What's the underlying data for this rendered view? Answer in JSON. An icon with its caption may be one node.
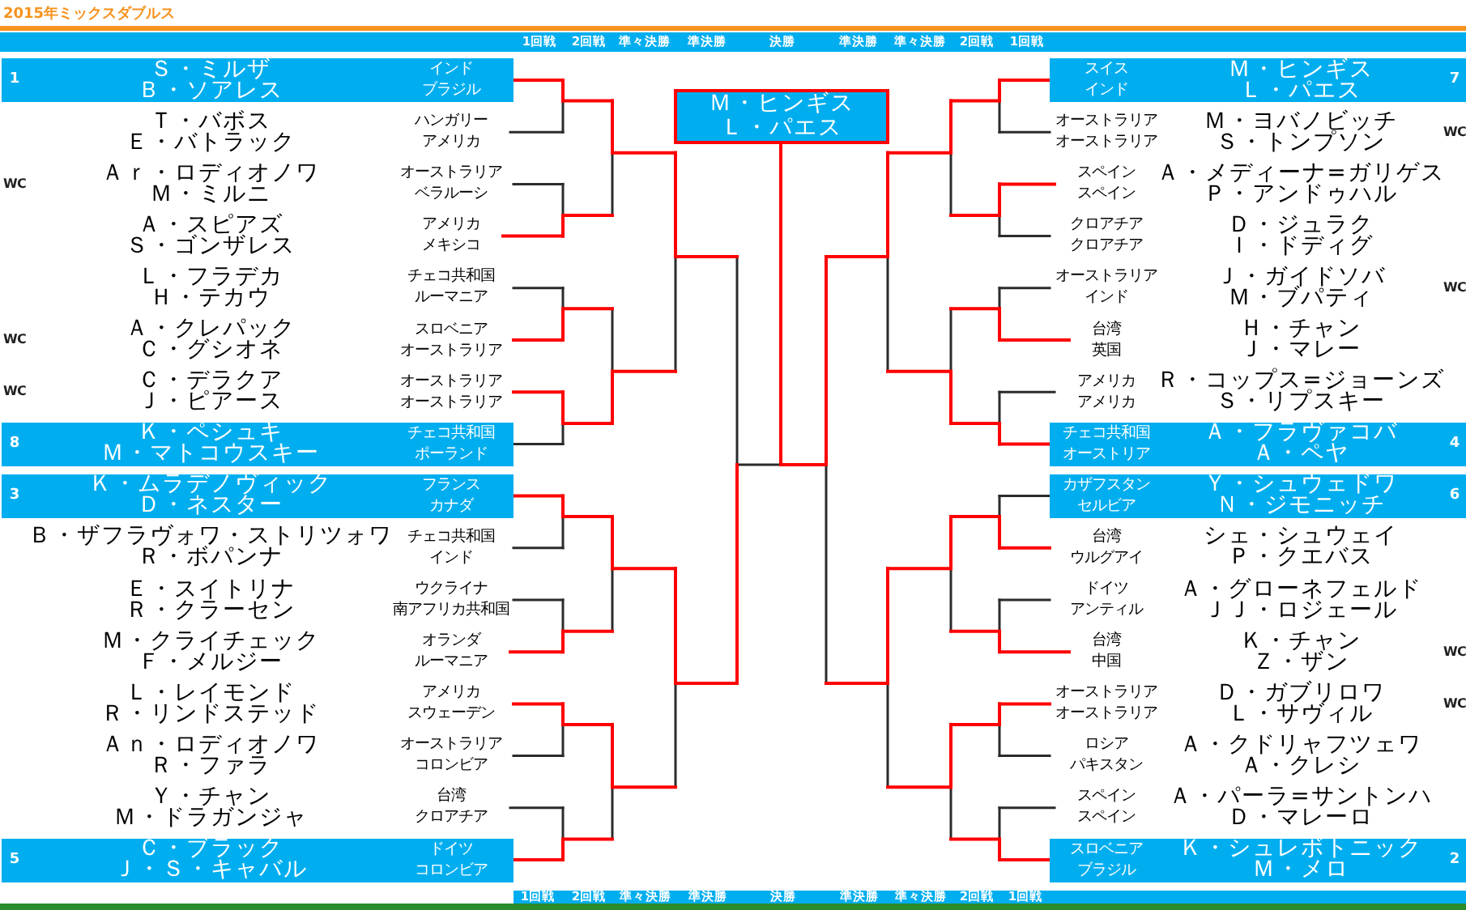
{
  "diagram": {
    "title": "2015年ミックスダブルス",
    "nodes": [
      {
        "text": [
          "1",
          "Ｓ・ミルザ",
          "Ｂ・ソアレス",
          "インド",
          "ブラジル"
        ]
      },
      {
        "text": [
          "Ｔ・バボス",
          "Ｅ・バトラック",
          "ハンガリー",
          "アメリカ"
        ]
      },
      {
        "text": [
          "WC",
          "Ａｒ・ロディオノワ",
          "Ｍ・ミルニ",
          "オーストラリア",
          "ベラルーシ"
        ]
      },
      {
        "text": [
          "Ａ・スピアズ",
          "Ｓ・ゴンザレス",
          "アメリカ",
          "メキシコ"
        ]
      },
      {
        "text": [
          "Ｌ・フラデカ",
          "Ｈ・テカウ",
          "チェコ共和国",
          "ルーマニア"
        ]
      },
      {
        "text": [
          "WC",
          "Ａ・クレパック",
          "Ｃ・グシオネ",
          "スロベニア",
          "オーストラリア"
        ]
      },
      {
        "text": [
          "WC",
          "Ｃ・デラクア",
          "Ｊ・ピアース",
          "オーストラリア",
          "オーストラリア"
        ]
      },
      {
        "text": [
          "8",
          "Ｋ・ペシュキ",
          "Ｍ・マトコウスキー",
          "チェコ共和国",
          "ポーランド"
        ]
      },
      {
        "text": [
          "3",
          "Ｋ・ムラデノヴィック",
          "Ｄ・ネスター",
          "フランス",
          "カナダ"
        ]
      },
      {
        "text": [
          "Ｂ・ザフラヴォワ・ストリツォワ",
          "Ｒ・ボパンナ",
          "チェコ共和国",
          "インド"
        ]
      },
      {
        "text": [
          "Ｅ・スイトリナ",
          "Ｒ・クラーセン",
          "ウクライナ",
          "南アフリカ共和国"
        ]
      },
      {
        "text": [
          "Ｍ・クライチェック",
          "Ｆ・メルジー",
          "オランダ",
          "ルーマニア"
        ]
      },
      {
        "text": [
          "Ｌ・レイモンド",
          "Ｒ・リンドステッド",
          "アメリカ",
          "スウェーデン"
        ]
      },
      {
        "text": [
          "Ａｎ・ロディオノワ",
          "Ｒ・ファラ",
          "オーストラリア",
          "コロンビア"
        ]
      },
      {
        "text": [
          "Ｙ・チャン",
          "Ｍ・ドラガンジャ",
          "台湾",
          "クロアチア"
        ]
      },
      {
        "text": [
          "5",
          "Ｃ・ブラック",
          "Ｊ・Ｓ・キャバル",
          "ドイツ",
          "コロンビア"
        ]
      },
      {
        "text": [
          "スイス",
          "インド",
          "Ｍ・ヒンギス",
          "Ｌ・パエス",
          "7"
        ]
      },
      {
        "text": [
          "オーストラリア",
          "オーストラリア",
          "Ｍ・ヨバノビッチ",
          "Ｓ・トンプソン",
          "WC"
        ]
      },
      {
        "text": [
          "スペイン",
          "スペイン",
          "Ａ・メディーナ=ガリゲス",
          "Ｐ・アンドゥハル"
        ]
      },
      {
        "text": [
          "クロアチア",
          "クロアチア",
          "Ｄ・ジュラク",
          "Ｉ・ドディグ"
        ]
      },
      {
        "text": [
          "オーストラリア",
          "インド",
          "Ｊ・ガイドソバ",
          "Ｍ・ブパティ",
          "WC"
        ]
      },
      {
        "text": [
          "台湾",
          "英国",
          "Ｈ・チャン",
          "Ｊ・マレー"
        ]
      },
      {
        "text": [
          "アメリカ",
          "アメリカ",
          "Ｒ・コップス=ジョーンズ",
          "Ｓ・リプスキー"
        ]
      },
      {
        "text": [
          "チェコ共和国",
          "オーストリア",
          "Ａ・フラヴァコバ",
          "Ａ・ペヤ",
          "4"
        ]
      },
      {
        "text": [
          "カザフスタン",
          "セルビア",
          "Ｙ・シュウェドワ",
          "Ｎ・ジモニッチ",
          "6"
        ]
      },
      {
        "text": [
          "台湾",
          "ウルグアイ",
          "シェ・シュウェイ",
          "Ｐ・クエバス"
        ]
      },
      {
        "text": [
          "ドイツ",
          "アンティル",
          "Ａ・グローネフェルド",
          "ＪＪ・ロジェール"
        ]
      },
      {
        "text": [
          "台湾",
          "中国",
          "Ｋ・チャン",
          "Ｚ・ザン",
          "WC"
        ]
      },
      {
        "text": [
          "オーストラリア",
          "オーストラリア",
          "Ｄ・ガブリロワ",
          "Ｌ・サヴィル",
          "WC"
        ]
      },
      {
        "text": [
          "ロシア",
          "パキスタン",
          "Ａ・クドリャフツェワ",
          "Ａ・クレシ"
        ]
      },
      {
        "text": [
          "スペイン",
          "スペイン",
          "Ａ・パーラ=サントンハ",
          "Ｄ・マレーロ"
        ]
      },
      {
        "text": [
          "スロベニア",
          "ブラジル",
          "Ｋ・シュレボトニック",
          "Ｍ・メロ",
          "2"
        ]
      },
      {
        "text": [
          "Ｍ・ヒンギス",
          "Ｌ・パエス"
        ]
      }
    ],
    "edges": [
      {
        "from": 0,
        "to": 32,
        "arrow": "none"
      },
      {
        "from": 1,
        "to": 32,
        "arrow": "none"
      },
      {
        "from": 2,
        "to": 32,
        "arrow": "none"
      },
      {
        "from": 3,
        "to": 32,
        "arrow": "none"
      },
      {
        "from": 4,
        "to": 32,
        "arrow": "none"
      },
      {
        "from": 5,
        "to": 32,
        "arrow": "none"
      },
      {
        "from": 6,
        "to": 32,
        "arrow": "none"
      },
      {
        "from": 7,
        "to": 32,
        "arrow": "none"
      },
      {
        "from": 8,
        "to": 32,
        "arrow": "none"
      },
      {
        "from": 9,
        "to": 32,
        "arrow": "none"
      },
      {
        "from": 10,
        "to": 32,
        "arrow": "none"
      },
      {
        "from": 11,
        "to": 32,
        "arrow": "none"
      },
      {
        "from": 12,
        "to": 32,
        "arrow": "none"
      },
      {
        "from": 13,
        "to": 32,
        "arrow": "none"
      },
      {
        "from": 14,
        "to": 32,
        "arrow": "none"
      },
      {
        "from": 15,
        "to": 32,
        "arrow": "none"
      },
      {
        "from": 16,
        "to": 32,
        "arrow": "none"
      },
      {
        "from": 17,
        "to": 32,
        "arrow": "none"
      },
      {
        "from": 18,
        "to": 32,
        "arrow": "none"
      },
      {
        "from": 19,
        "to": 32,
        "arrow": "none"
      },
      {
        "from": 20,
        "to": 32,
        "arrow": "none"
      },
      {
        "from": 21,
        "to": 32,
        "arrow": "none"
      },
      {
        "from": 22,
        "to": 32,
        "arrow": "none"
      },
      {
        "from": 23,
        "to": 32,
        "arrow": "none"
      },
      {
        "from": 24,
        "to": 32,
        "arrow": "none"
      },
      {
        "from": 25,
        "to": 32,
        "arrow": "none"
      },
      {
        "from": 26,
        "to": 32,
        "arrow": "none"
      },
      {
        "from": 27,
        "to": 32,
        "arrow": "none"
      },
      {
        "from": 28,
        "to": 32,
        "arrow": "none"
      },
      {
        "from": 29,
        "to": 32,
        "arrow": "none"
      },
      {
        "from": 30,
        "to": 32,
        "arrow": "none"
      },
      {
        "from": 31,
        "to": 32,
        "arrow": "none"
      }
    ],
    "labels": [
      "1回戦",
      "2回戦",
      "準々決勝",
      "準決勝",
      "決勝",
      "準決勝",
      "準々決勝",
      "2回戦",
      "1回戦",
      "1回戦",
      "2回戦",
      "準々決勝",
      "準決勝",
      "決勝",
      "準決勝",
      "準々決勝",
      "2回戦",
      "1回戦"
    ]
  }
}
